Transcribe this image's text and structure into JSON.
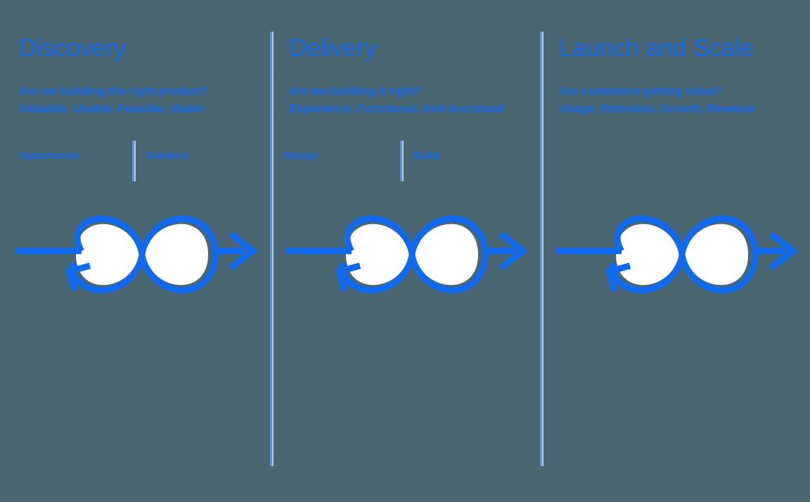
{
  "canvas": {
    "background_color": "#4a6671",
    "accent_color": "#1668ea",
    "divider_color": "#5b91e8",
    "loop_fill_color": "#ffffff"
  },
  "columns": [
    {
      "title": "Discovery",
      "question": "Are we building the right product?",
      "attributes": "Valuable, Usable, Feasible, Viable",
      "subphases": [
        "Opportunity",
        "Solution"
      ],
      "loop_icon": "double-loop-arrow-icon"
    },
    {
      "title": "Delivery",
      "question": "Are we building it right?",
      "attributes": "Experience, Functional, Non-functional",
      "subphases": [
        "Design",
        "Build"
      ],
      "loop_icon": "double-loop-arrow-icon"
    },
    {
      "title": "Launch and Scale",
      "question": "Are customers getting value?",
      "attributes": "Usage, Retention, Growth, Revenue",
      "subphases": [],
      "loop_icon": "double-loop-arrow-icon"
    }
  ]
}
